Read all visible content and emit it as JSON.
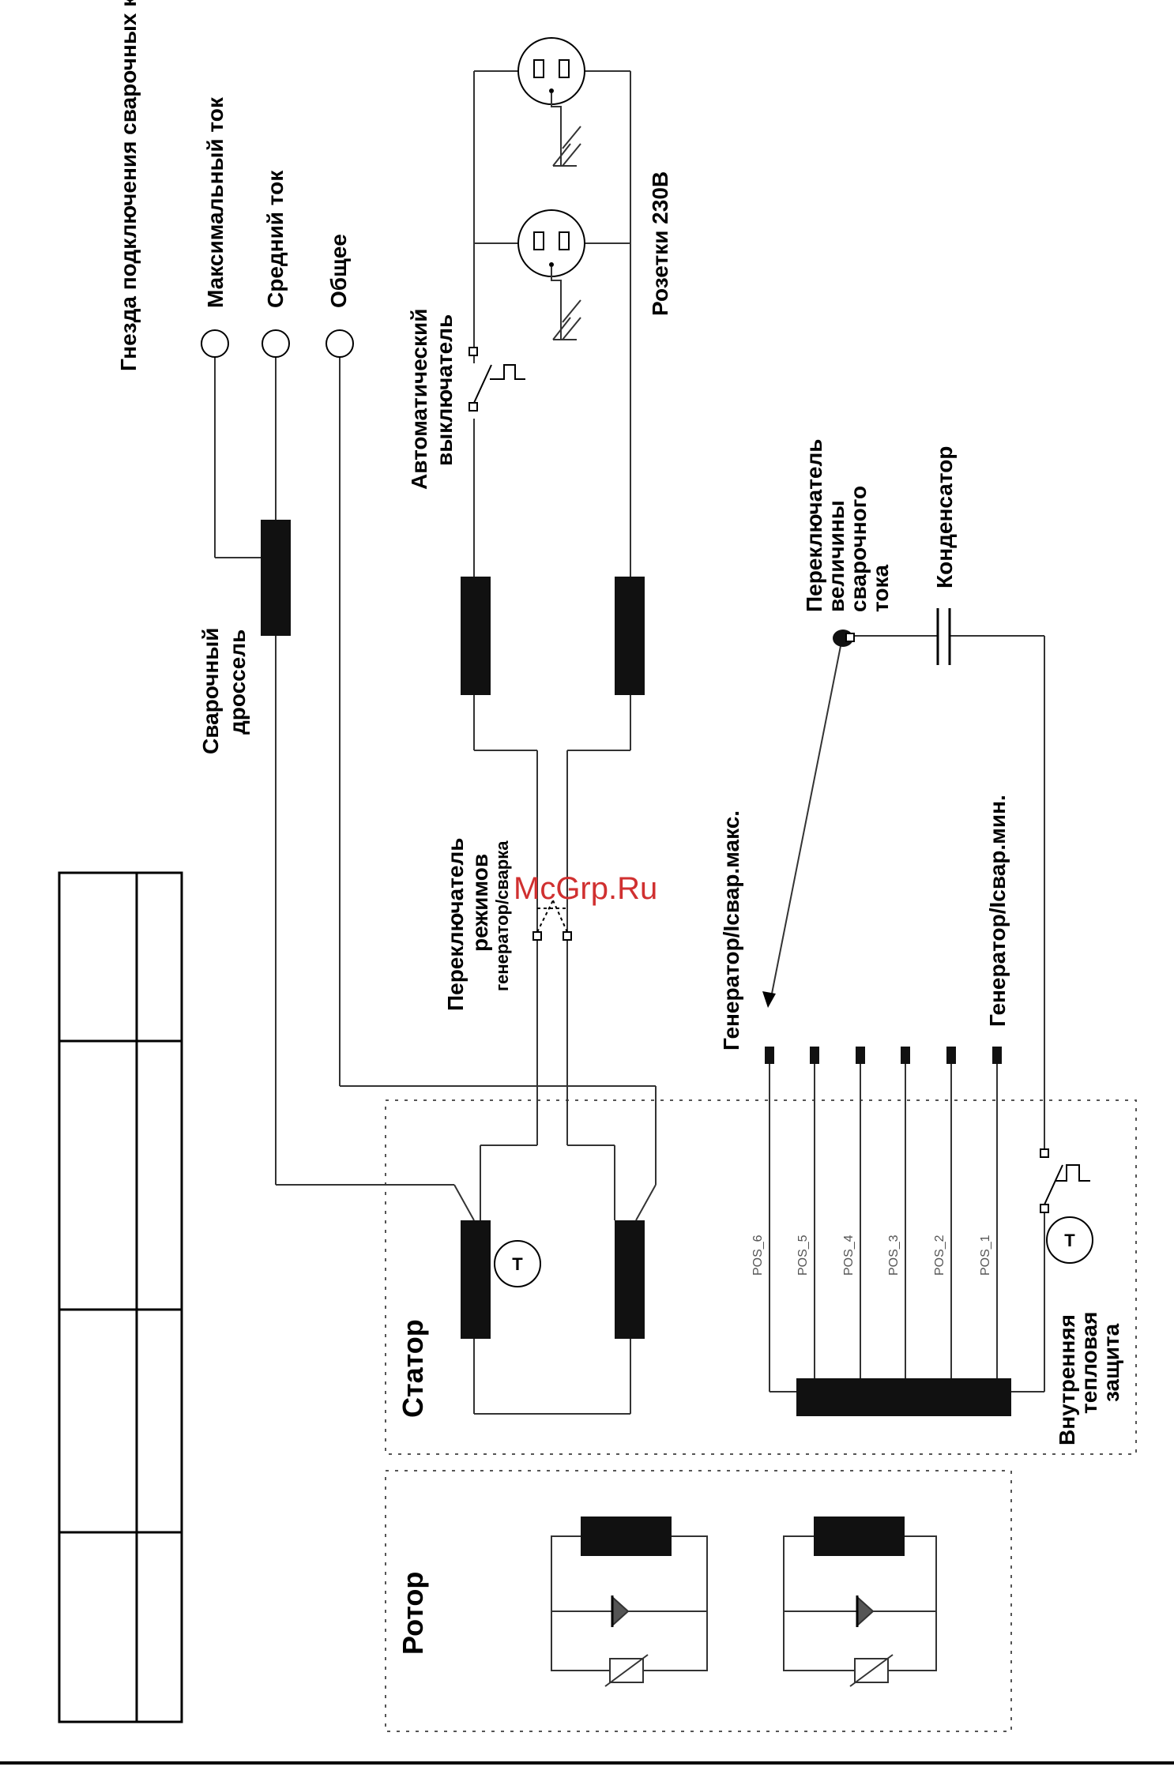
{
  "labels": {
    "sockets_title": "Гнезда подключения сварочных кабелей",
    "max_current": "Максимальный ток",
    "mid_current": "Средний ток",
    "common": "Общее",
    "auto_breaker_1": "Автоматический",
    "auto_breaker_2": "выключатель",
    "outlets": "Розетки 230В",
    "weld_choke_1": "Сварочный",
    "weld_choke_2": "дроссель",
    "mode_switch_1": "Переключатель",
    "mode_switch_2": "режимов",
    "mode_switch_3": "генератор/сварка",
    "current_switch_1": "Переключатель",
    "current_switch_2": "величины",
    "current_switch_3": "сварочного",
    "current_switch_4": "тока",
    "capacitor": "Конденсатор",
    "gen_max": "Генератор/Iсвар.макс.",
    "gen_min": "Генератор/Iсвар.мин.",
    "stator": "Статор",
    "rotor": "Ротор",
    "thermal_1": "Внутренняя",
    "thermal_2": "тепловая",
    "thermal_3": "защита",
    "thermistor": "T",
    "watermark": "McGrp.Ru"
  },
  "positions": [
    "POS_6",
    "POS_5",
    "POS_4",
    "POS_3",
    "POS_2",
    "POS_1"
  ]
}
